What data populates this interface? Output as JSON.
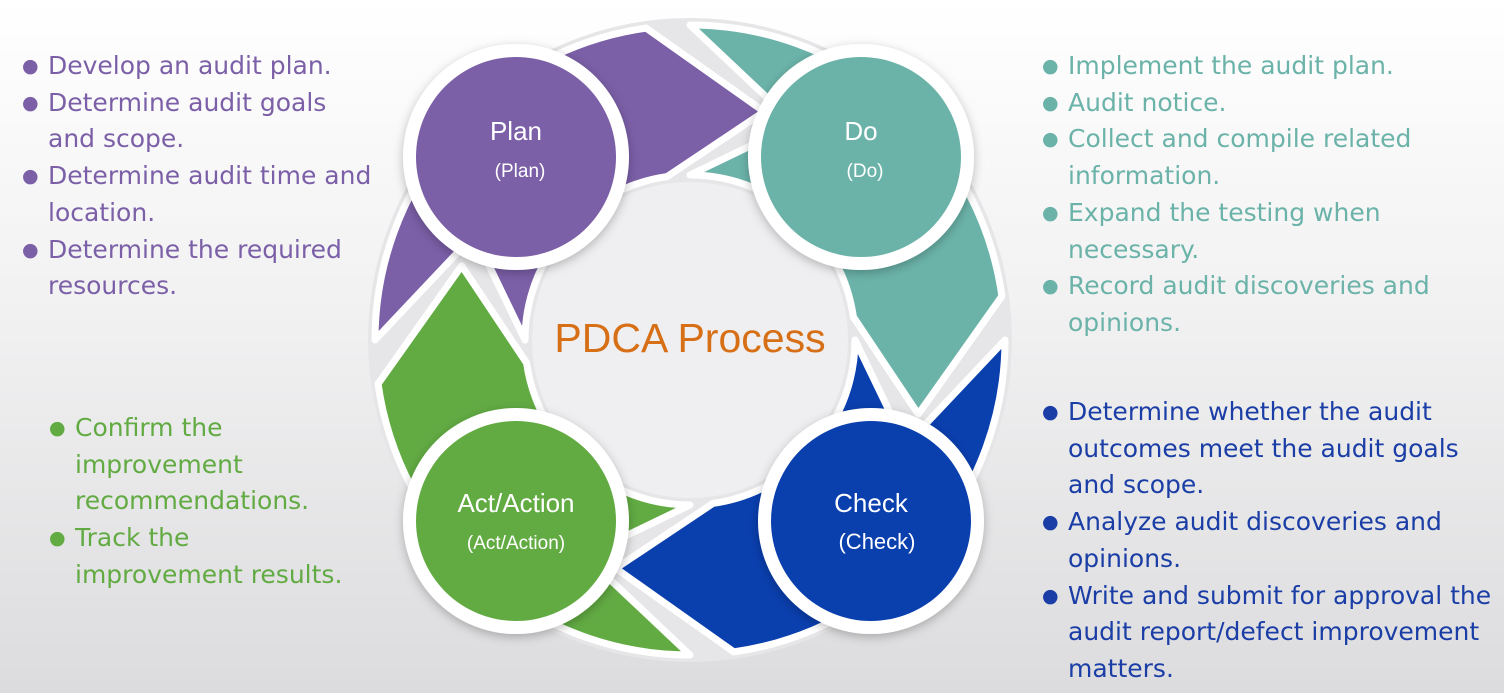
{
  "center_label": "PDCA Process",
  "colors": {
    "plan": "#7b5fa7",
    "do": "#6bb3a9",
    "check": "#0a3fae",
    "act": "#62ab43",
    "center_text": "#d66f16"
  },
  "stages": {
    "plan": {
      "title": "Plan",
      "subtitle": "(Plan)"
    },
    "do": {
      "title": "Do",
      "subtitle": "(Do)"
    },
    "check": {
      "title": "Check",
      "subtitle": "(Check)"
    },
    "act": {
      "title": "Act/Action",
      "subtitle": "(Act/Action)"
    }
  },
  "lists": {
    "plan": [
      "Develop an audit plan.",
      "Determine audit goals and scope.",
      "Determine audit time and location.",
      "Determine the required resources."
    ],
    "do": [
      "Implement the audit plan.",
      "Audit notice.",
      "Collect and compile related information.",
      "Expand the testing when necessary.",
      "Record audit discoveries and opinions."
    ],
    "check": [
      "Determine whether the audit outcomes meet the audit goals and scope.",
      "Analyze audit discoveries and opinions.",
      "Write and submit for approval the audit report/defect improvement matters."
    ],
    "act": [
      "Confirm the improvement recommendations.",
      "Track the improvement results."
    ]
  }
}
